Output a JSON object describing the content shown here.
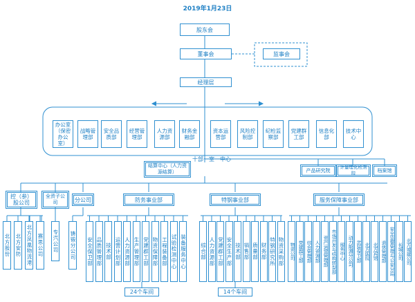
{
  "date": "2019年1月23日",
  "top": {
    "shareholders": "股东会",
    "board": "董事会",
    "supervisors": "监事会",
    "management": "经理层"
  },
  "departments": [
    "办公室（保密办公室）",
    "战略管理部",
    "安全品质部",
    "经营管理部",
    "人力资源部",
    "财务金融部",
    "资本运营部",
    "风险控制部",
    "纪检监察部",
    "党建群工部",
    "信息化部",
    "技术中心"
  ],
  "middle": {
    "center_label": "十部一室一中心",
    "shared_center": "结算中心（人力资源结算）",
    "right_units": [
      "产品研究院",
      "计量理化检测院",
      "档案馆"
    ]
  },
  "business": {
    "holding": "控（参）股公司",
    "wholly_owned": "全资子公司",
    "branch": "分公司",
    "military": "防务事业部",
    "special": "特钢事业部",
    "service": "服务保障事业部"
  },
  "holding_subs": [
    "北方股份",
    "北方安防",
    "北方凤凰物流港",
    "赛思公司"
  ],
  "wholly_subs": [
    "专汽公司"
  ],
  "branch_subs": [
    "铸锻分公司"
  ],
  "military_subs": [
    "安全保卫部",
    "品质管理部",
    "技术部",
    "运营计划部",
    "人力资源部",
    "生产管理部",
    "党建群工部",
    "物资保障部",
    "工程装备部",
    "试验检测中心",
    "装备服务中心"
  ],
  "special_subs": [
    "综合部",
    "人力资源部",
    "党建群工部",
    "安全生产部",
    "技术部",
    "销售部",
    "质量部",
    "财务部",
    "特钢研究所",
    "物资采购部"
  ],
  "service_subs": [
    "物资公司",
    "党建群工部",
    "综合管理部",
    "人力资源部",
    "资产运营管理部",
    "市场开发与结构转型部",
    "服务中心",
    "动力能源分公司",
    "武装保卫部",
    "北方医院",
    "北方宾馆",
    "退休管理部",
    "安全监督管理与公安分局",
    "长城公司",
    "北方城建公司"
  ],
  "footer": {
    "left": "24个车间",
    "right": "14个车间"
  }
}
